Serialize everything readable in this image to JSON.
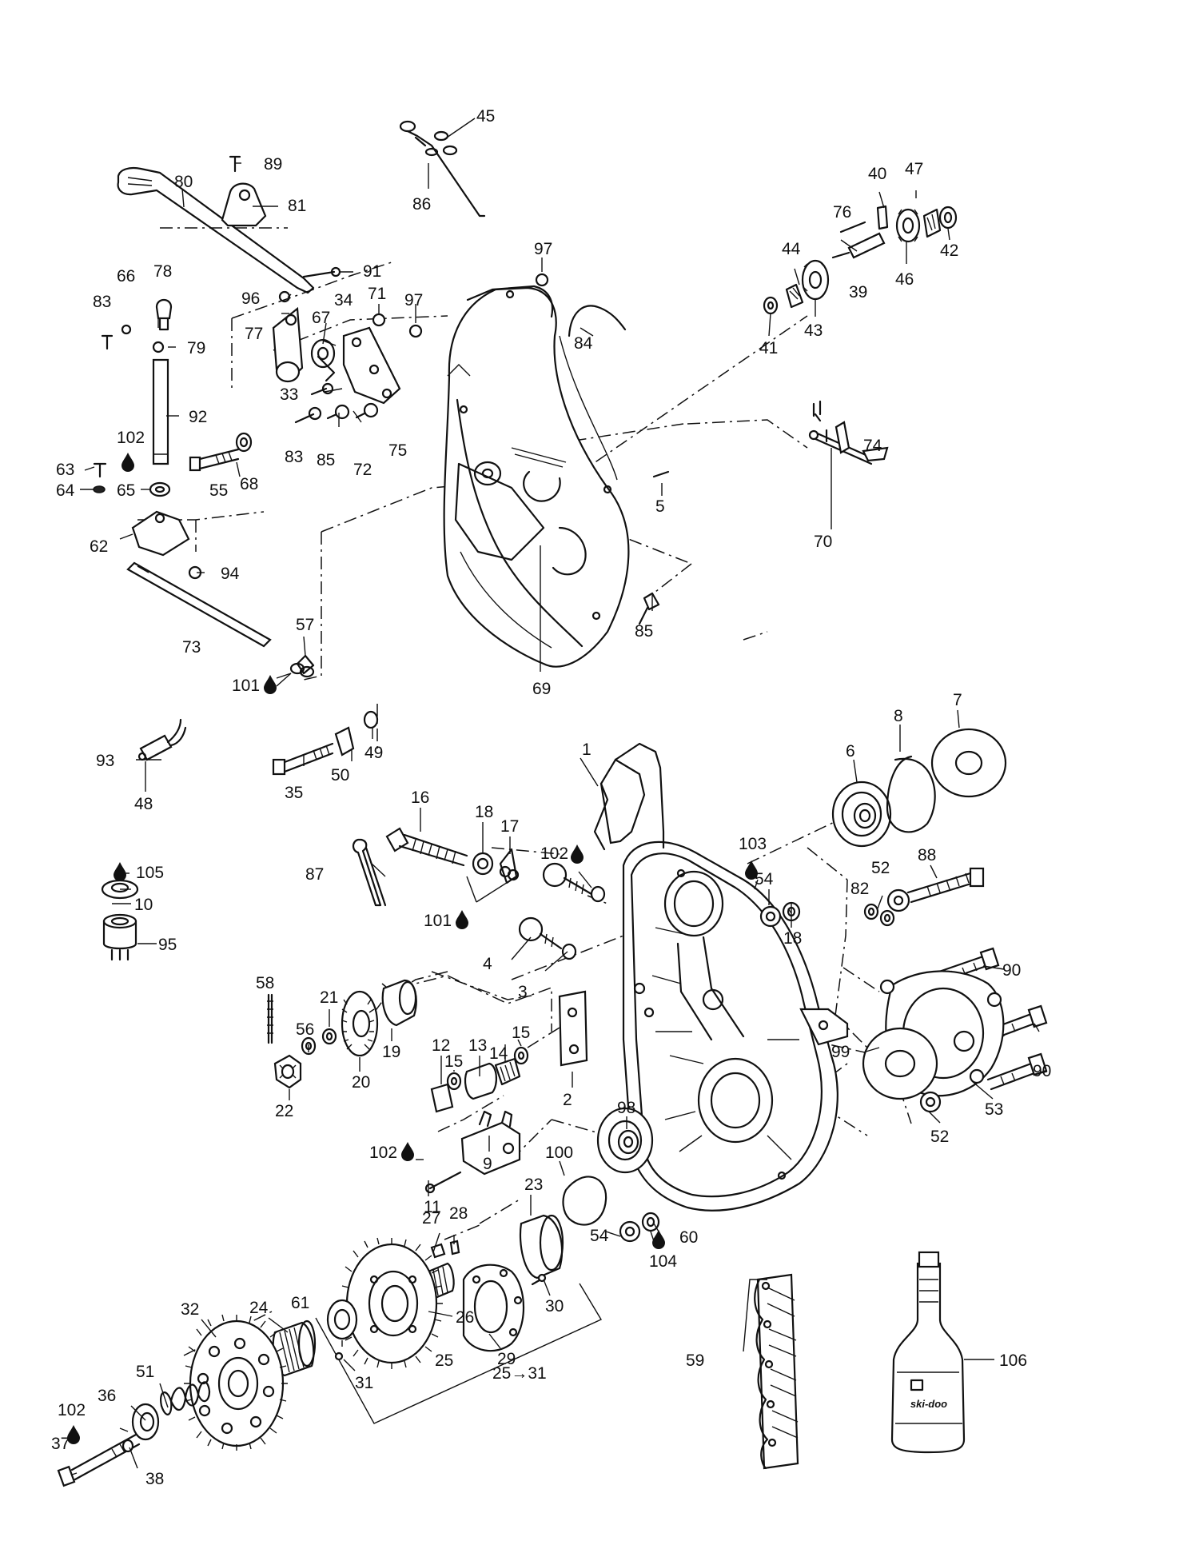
{
  "callouts": [
    {
      "id": "c1",
      "text": "1"
    },
    {
      "id": "c2",
      "text": "2"
    },
    {
      "id": "c3",
      "text": "3"
    },
    {
      "id": "c4",
      "text": "4"
    },
    {
      "id": "c5",
      "text": "5"
    },
    {
      "id": "c6",
      "text": "6"
    },
    {
      "id": "c7",
      "text": "7"
    },
    {
      "id": "c8",
      "text": "8"
    },
    {
      "id": "c9",
      "text": "9"
    },
    {
      "id": "c10",
      "text": "10"
    },
    {
      "id": "c11",
      "text": "11"
    },
    {
      "id": "c12",
      "text": "12"
    },
    {
      "id": "c13",
      "text": "13"
    },
    {
      "id": "c14",
      "text": "14"
    },
    {
      "id": "c15a",
      "text": "15"
    },
    {
      "id": "c15b",
      "text": "15"
    },
    {
      "id": "c16",
      "text": "16"
    },
    {
      "id": "c17",
      "text": "17"
    },
    {
      "id": "c18a",
      "text": "18"
    },
    {
      "id": "c18b",
      "text": "18"
    },
    {
      "id": "c19",
      "text": "19"
    },
    {
      "id": "c20",
      "text": "20"
    },
    {
      "id": "c21",
      "text": "21"
    },
    {
      "id": "c22",
      "text": "22"
    },
    {
      "id": "c23",
      "text": "23"
    },
    {
      "id": "c24",
      "text": "24"
    },
    {
      "id": "c25",
      "text": "25"
    },
    {
      "id": "c26",
      "text": "26"
    },
    {
      "id": "c27",
      "text": "27"
    },
    {
      "id": "c28",
      "text": "28"
    },
    {
      "id": "c29",
      "text": "29"
    },
    {
      "id": "c30",
      "text": "30"
    },
    {
      "id": "c31",
      "text": "31"
    },
    {
      "id": "c32",
      "text": "32"
    },
    {
      "id": "c33",
      "text": "33"
    },
    {
      "id": "c34",
      "text": "34"
    },
    {
      "id": "c35",
      "text": "35"
    },
    {
      "id": "c36",
      "text": "36"
    },
    {
      "id": "c37",
      "text": "37"
    },
    {
      "id": "c38",
      "text": "38"
    },
    {
      "id": "c39",
      "text": "39"
    },
    {
      "id": "c40",
      "text": "40"
    },
    {
      "id": "c41",
      "text": "41"
    },
    {
      "id": "c42",
      "text": "42"
    },
    {
      "id": "c43",
      "text": "43"
    },
    {
      "id": "c44",
      "text": "44"
    },
    {
      "id": "c45",
      "text": "45"
    },
    {
      "id": "c46",
      "text": "46"
    },
    {
      "id": "c47",
      "text": "47"
    },
    {
      "id": "c48",
      "text": "48"
    },
    {
      "id": "c49",
      "text": "49"
    },
    {
      "id": "c50",
      "text": "50"
    },
    {
      "id": "c51",
      "text": "51"
    },
    {
      "id": "c52a",
      "text": "52"
    },
    {
      "id": "c52b",
      "text": "52"
    },
    {
      "id": "c53",
      "text": "53"
    },
    {
      "id": "c54a",
      "text": "54"
    },
    {
      "id": "c54b",
      "text": "54"
    },
    {
      "id": "c55",
      "text": "55"
    },
    {
      "id": "c56",
      "text": "56"
    },
    {
      "id": "c57",
      "text": "57"
    },
    {
      "id": "c58",
      "text": "58"
    },
    {
      "id": "c59",
      "text": "59"
    },
    {
      "id": "c60",
      "text": "60"
    },
    {
      "id": "c61",
      "text": "61"
    },
    {
      "id": "c62",
      "text": "62"
    },
    {
      "id": "c63",
      "text": "63"
    },
    {
      "id": "c64",
      "text": "64"
    },
    {
      "id": "c65",
      "text": "65"
    },
    {
      "id": "c66",
      "text": "66"
    },
    {
      "id": "c67",
      "text": "67"
    },
    {
      "id": "c68",
      "text": "68"
    },
    {
      "id": "c69",
      "text": "69"
    },
    {
      "id": "c70",
      "text": "70"
    },
    {
      "id": "c71",
      "text": "71"
    },
    {
      "id": "c72",
      "text": "72"
    },
    {
      "id": "c73",
      "text": "73"
    },
    {
      "id": "c74",
      "text": "74"
    },
    {
      "id": "c75",
      "text": "75"
    },
    {
      "id": "c76",
      "text": "76"
    },
    {
      "id": "c77",
      "text": "77"
    },
    {
      "id": "c78",
      "text": "78"
    },
    {
      "id": "c79",
      "text": "79"
    },
    {
      "id": "c80",
      "text": "80"
    },
    {
      "id": "c81",
      "text": "81"
    },
    {
      "id": "c82",
      "text": "82"
    },
    {
      "id": "c83a",
      "text": "83"
    },
    {
      "id": "c83b",
      "text": "83"
    },
    {
      "id": "c84",
      "text": "84"
    },
    {
      "id": "c85a",
      "text": "85"
    },
    {
      "id": "c85b",
      "text": "85"
    },
    {
      "id": "c86",
      "text": "86"
    },
    {
      "id": "c87",
      "text": "87"
    },
    {
      "id": "c88",
      "text": "88"
    },
    {
      "id": "c89",
      "text": "89"
    },
    {
      "id": "c90a",
      "text": "90"
    },
    {
      "id": "c90b",
      "text": "90"
    },
    {
      "id": "c91",
      "text": "91"
    },
    {
      "id": "c92",
      "text": "92"
    },
    {
      "id": "c93",
      "text": "93"
    },
    {
      "id": "c94",
      "text": "94"
    },
    {
      "id": "c95",
      "text": "95"
    },
    {
      "id": "c96",
      "text": "96"
    },
    {
      "id": "c97a",
      "text": "97"
    },
    {
      "id": "c97b",
      "text": "97"
    },
    {
      "id": "c98",
      "text": "98"
    },
    {
      "id": "c99",
      "text": "99"
    },
    {
      "id": "c100",
      "text": "100"
    },
    {
      "id": "c101a",
      "text": "101"
    },
    {
      "id": "c101b",
      "text": "101"
    },
    {
      "id": "c102a",
      "text": "102"
    },
    {
      "id": "c102b",
      "text": "102"
    },
    {
      "id": "c102c",
      "text": "102"
    },
    {
      "id": "c102d",
      "text": "102"
    },
    {
      "id": "c103",
      "text": "103"
    },
    {
      "id": "c104",
      "text": "104"
    },
    {
      "id": "c105",
      "text": "105"
    },
    {
      "id": "c106",
      "text": "106"
    },
    {
      "id": "c25to31",
      "text": "25→31"
    }
  ],
  "bottle_brand": "ski-doo",
  "icons": {
    "drop": "lubricant-drop-icon"
  }
}
